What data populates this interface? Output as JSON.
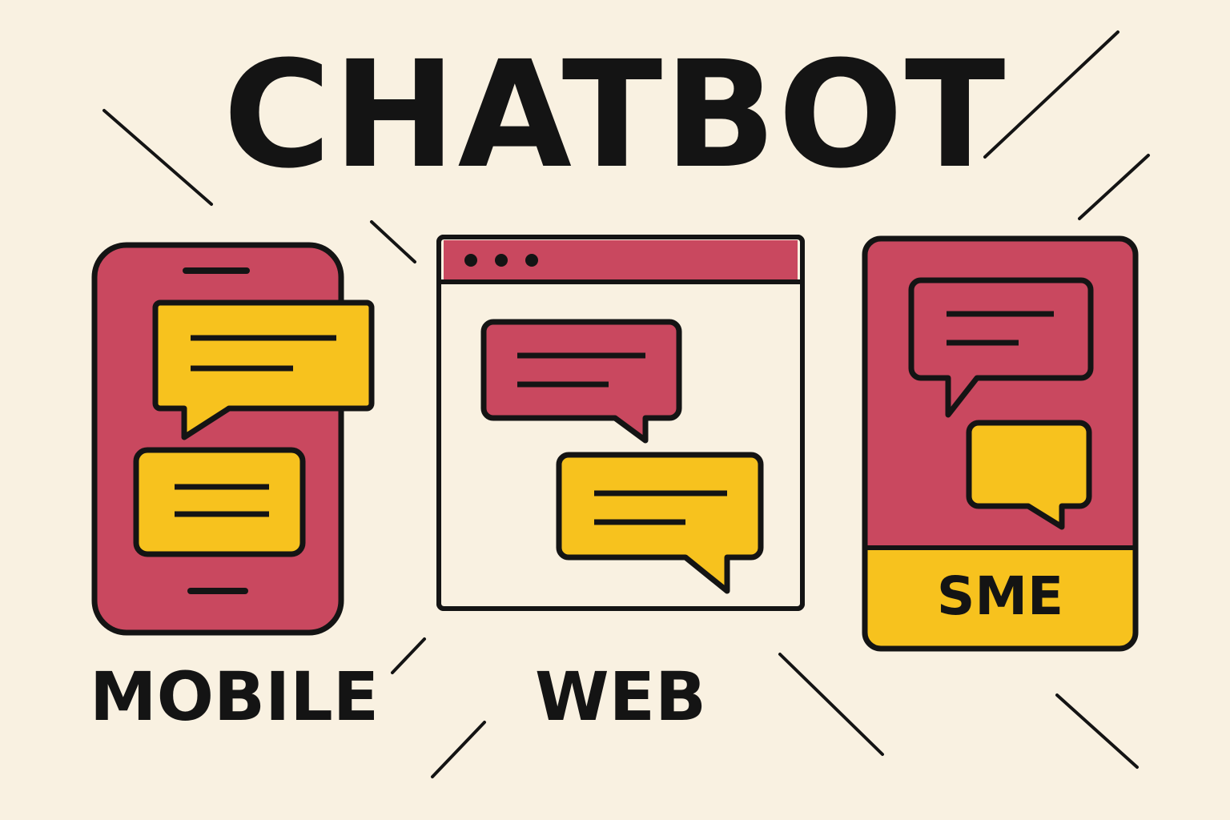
{
  "title": "CHATBOT",
  "devices": {
    "mobile": {
      "label": "MOBILE",
      "icon": "phone-icon"
    },
    "web": {
      "label": "WEB",
      "icon": "browser-window-icon"
    },
    "sme": {
      "label": "SME",
      "icon": "tablet-icon"
    }
  },
  "colors": {
    "background": "#f9f1e1",
    "primary": "#c9485f",
    "accent": "#f7c21e",
    "outline": "#141414"
  }
}
